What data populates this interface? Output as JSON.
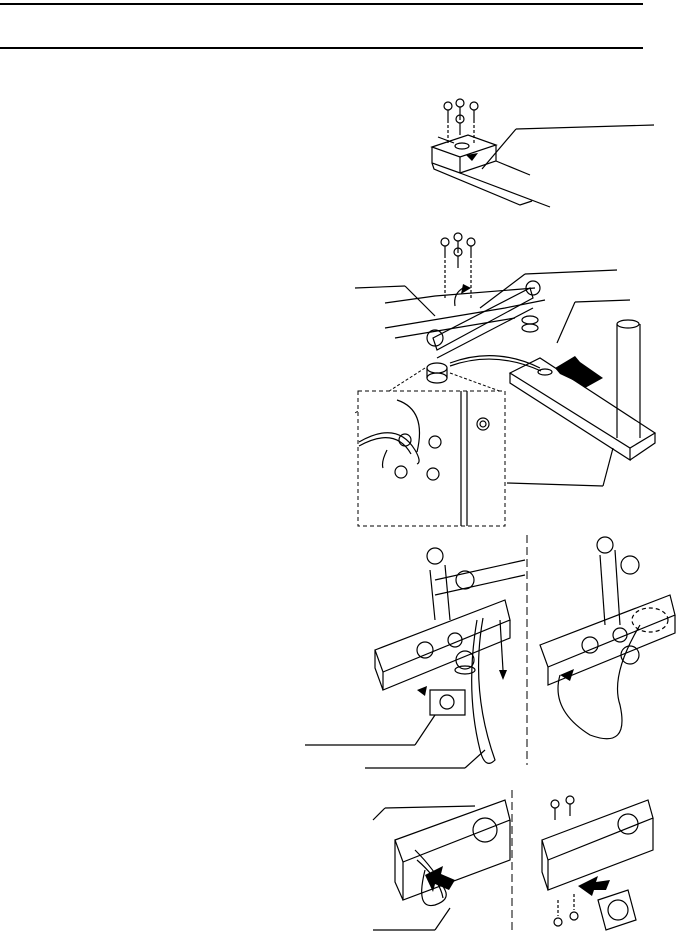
{
  "page": {
    "header_rules": 2,
    "text_blocks": [],
    "figures": [
      {
        "name": "step-1-screw-cover"
      },
      {
        "name": "step-2-attach-arm"
      },
      {
        "name": "step-2-detail-inset"
      },
      {
        "name": "step-3-left-remove-cap"
      },
      {
        "name": "step-3-right-route-cable"
      },
      {
        "name": "step-4-left-insert-cable"
      },
      {
        "name": "step-4-right-refit-cap"
      }
    ]
  },
  "colors": {
    "ink": "#000000",
    "paper": "#ffffff",
    "arrow_fill": "#000000"
  }
}
